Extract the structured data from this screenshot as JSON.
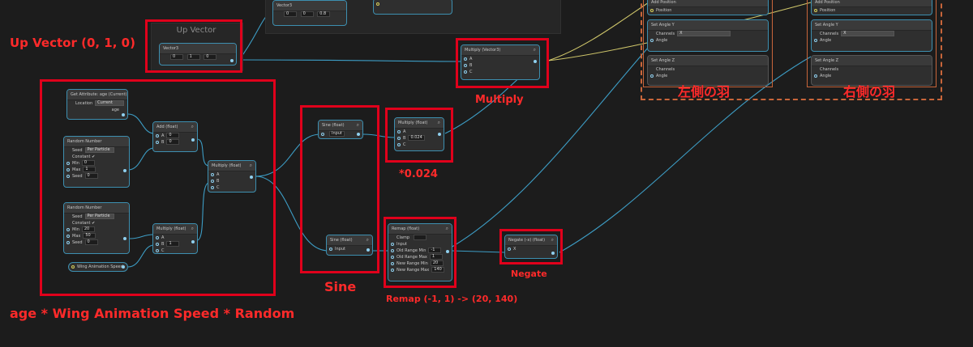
{
  "annotations": {
    "up_vector": "Up Vector (0, 1, 0)",
    "age_expr": "age * Wing Animation Speed * Random",
    "sine": "Sine",
    "multiply": "Multiply",
    "scale": "*0.024",
    "remap": "Remap (-1, 1) -> (20, 140)",
    "negate": "Negate",
    "left_wing": "左側の羽",
    "right_wing": "右側の羽"
  },
  "nodes": {
    "up_vector_ctx": {
      "title": "Up Vector",
      "header": "Vector3",
      "x": "0",
      "y": "1",
      "z": "0"
    },
    "top_vector": {
      "header": "Vector3",
      "x": "0",
      "y": "0",
      "z": "0.8"
    },
    "get_age": {
      "header": "Get Attribute: age (Current)",
      "location_label": "Location",
      "location": "Current",
      "out": "age"
    },
    "random1": {
      "header": "Random Number",
      "seed_label": "Seed",
      "seed": "Per Particle",
      "constant_label": "Constant",
      "min_label": "Min",
      "min": "0",
      "max_label": "Max",
      "max": "1",
      "seed2_label": "Seed",
      "seed2": "0"
    },
    "random2": {
      "header": "Random Number",
      "seed_label": "Seed",
      "seed": "Per Particle",
      "constant_label": "Constant",
      "min_label": "Min",
      "min": "20",
      "max_label": "Max",
      "max": "50",
      "seed2_label": "Seed",
      "seed2": "0"
    },
    "wing_speed": {
      "header": "Wing Animation Speed"
    },
    "add_float": {
      "header": "Add (float)",
      "a": "A",
      "b": "B",
      "a_val": "0",
      "b_val": "0"
    },
    "mul_float1": {
      "header": "Multiply (float)",
      "a": "A",
      "b": "B",
      "c": "C",
      "b_val": "1"
    },
    "mul_float2": {
      "header": "Multiply (float)",
      "a": "A",
      "b": "B",
      "c": "C"
    },
    "sine1": {
      "header": "Sine (float)",
      "input": "Input"
    },
    "sine2": {
      "header": "Sine (float)",
      "input": "Input"
    },
    "mul_small": {
      "header": "Multiply (float)",
      "a": "A",
      "b": "B",
      "c": "C",
      "b_val": "0.024"
    },
    "mul_vector": {
      "header": "Multiply (Vector3)",
      "a": "A",
      "b": "B",
      "c": "C"
    },
    "remap": {
      "header": "Remap (float)",
      "clamp": "Clamp",
      "input": "Input",
      "old_min": "Old Range Min",
      "old_min_val": "-1",
      "old_max": "Old Range Max",
      "old_max_val": "1",
      "new_min": "New Range Min",
      "new_min_val": "20",
      "new_max": "New Range Max",
      "new_max_val": "140"
    },
    "negate": {
      "header": "Negate (-x) (float)",
      "input": "X"
    },
    "left_wing_ctx": {
      "h1": "Add Position",
      "p1": "Position",
      "h2": "Set Angle Y",
      "ch_label": "Channels",
      "ch": "X",
      "angle": "Angle",
      "h3": "Set Angle Z",
      "ch3": "Channels",
      "angle3": "Angle"
    },
    "right_wing_ctx": {
      "h1": "Add Position",
      "p1": "Position",
      "h2": "Set Angle Y",
      "ch_label": "Channels",
      "ch": "X",
      "angle": "Angle",
      "h3": "Set Angle Z",
      "ch3": "Channels",
      "angle3": "Angle"
    }
  },
  "colors": {
    "annotation_red": "#e0001b",
    "wire_blue": "#3d9dc5",
    "wire_yellow": "#cfc66a",
    "dash_orange": "#c8653a"
  }
}
